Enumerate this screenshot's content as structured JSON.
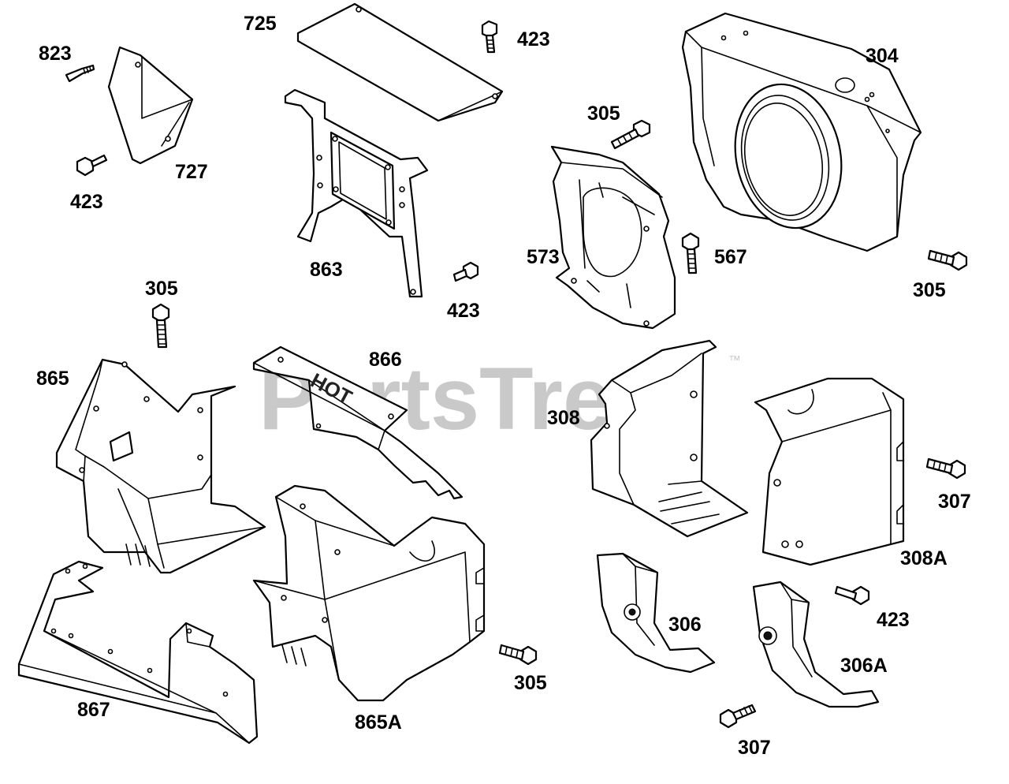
{
  "diagram": {
    "watermark": "PartsTree",
    "trademark": "™",
    "hot_text": "HOT",
    "labels": {
      "l725": "725",
      "l823": "823",
      "l423a": "423",
      "l423b": "423",
      "l727": "727",
      "l863": "863",
      "l423c": "423",
      "l305a": "305",
      "l573": "573",
      "l567": "567",
      "l304": "304",
      "l305b": "305",
      "l305c": "305",
      "l865": "865",
      "l866": "866",
      "l308": "308",
      "l307a": "307",
      "l308A": "308A",
      "l423d": "423",
      "l306": "306",
      "l306A": "306A",
      "l305d": "305",
      "l867": "867",
      "l865A": "865A",
      "l307b": "307"
    }
  }
}
